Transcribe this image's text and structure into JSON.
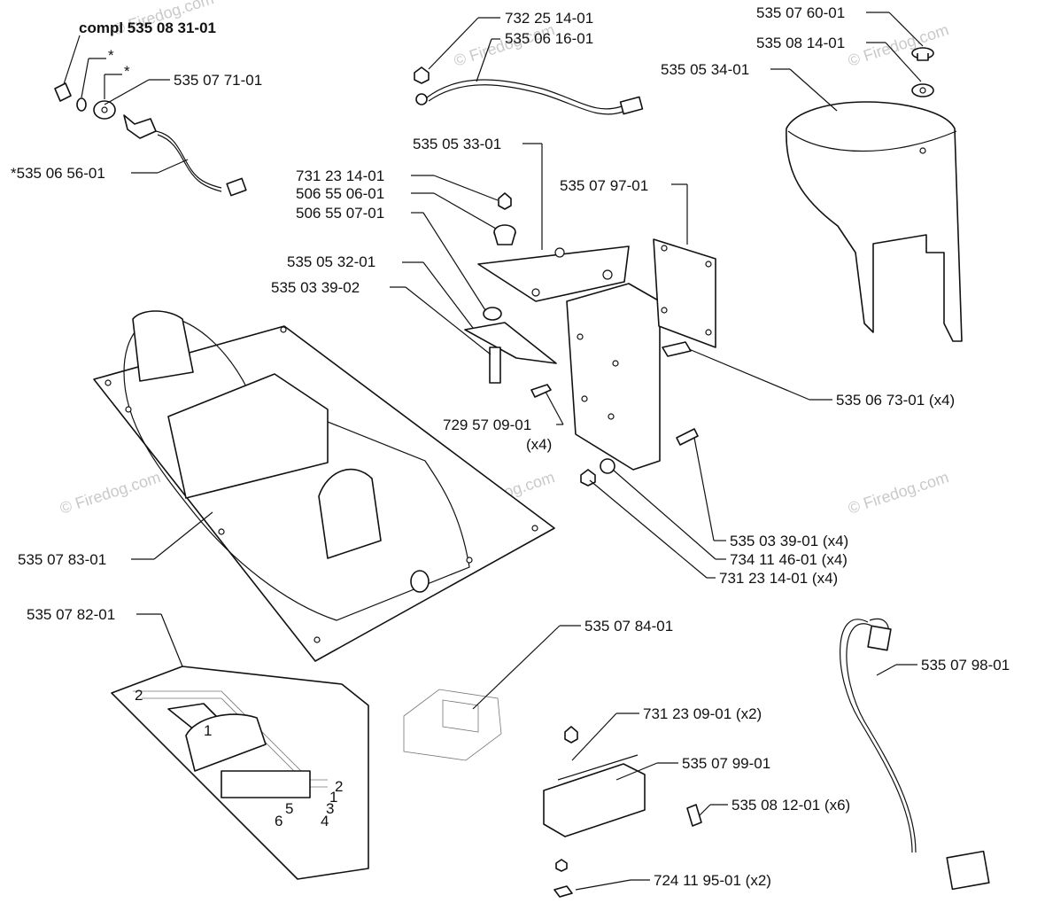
{
  "title": "compl 535 08 31-01",
  "watermark": "© Firedog.com",
  "labels": {
    "l1": "732 25 14-01",
    "l2": "535 06 16-01",
    "l3": "535 07 60-01",
    "l4": "535 08 14-01",
    "l5": "535 05 34-01",
    "l6": "535 07 71-01",
    "l7": "*535 06 56-01",
    "l8": "535 05 33-01",
    "l9": "731 23 14-01",
    "l10": "506 55 06-01",
    "l11": "506 55 07-01",
    "l12": "535 07 97-01",
    "l13": "535 05 32-01",
    "l14": "535 03 39-02",
    "l15": "535 06 73-01 (x4)",
    "l16": "729 57 09-01",
    "l16b": "(x4)",
    "l17": "535 03 39-01 (x4)",
    "l18": "734 11 46-01 (x4)",
    "l19": "731 23 14-01 (x4)",
    "l20": "535 07 83-01",
    "l21": "535 07 82-01",
    "l22": "535 07 84-01",
    "l23": "535 07 98-01",
    "l24": "731 23 09-01 (x2)",
    "l25": "535 07 99-01",
    "l26": "535 08 12-01 (x6)",
    "l27": "724 11 95-01 (x2)",
    "star1": "*",
    "star2": "*"
  },
  "board_numbers": [
    "2",
    "1",
    "2",
    "1",
    "3",
    "4",
    "5",
    "6"
  ]
}
